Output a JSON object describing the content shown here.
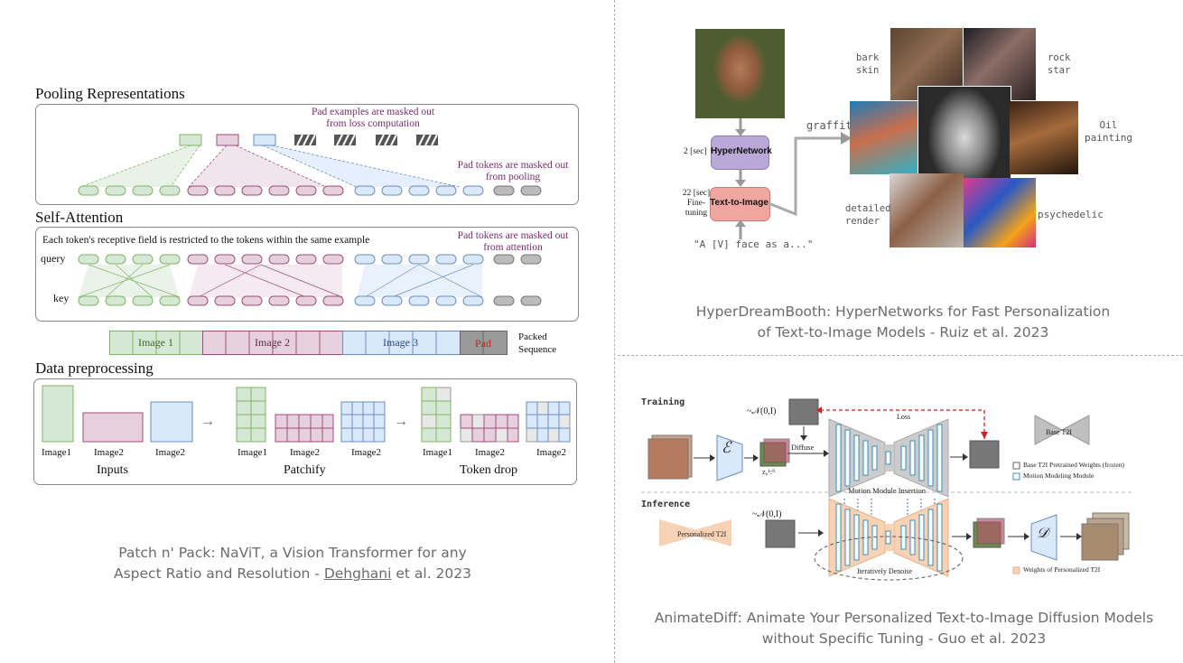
{
  "navit": {
    "pooling_title": "Pooling Representations",
    "pad_examples_note_l1": "Pad examples are masked out",
    "pad_examples_note_l2": "from loss computation",
    "pad_pool_note_l1": "Pad tokens are masked out",
    "pad_pool_note_l2": "from pooling",
    "self_attention_title": "Self-Attention",
    "receptive_note": "Each token's receptive field is restricted to the tokens within the same example",
    "pad_attn_note_l1": "Pad tokens are masked out",
    "pad_attn_note_l2": "from attention",
    "query_label": "query",
    "key_label": "key",
    "packed_segments": [
      "Image 1",
      "Image 2",
      "Image 3",
      "Pad"
    ],
    "packed_label_l1": "Packed",
    "packed_label_l2": "Sequence",
    "data_title": "Data preprocessing",
    "input_labels": [
      "Image1",
      "Image2",
      "Image2"
    ],
    "patchify_labels": [
      "Image1",
      "Image2",
      "Image2"
    ],
    "tokendrop_labels": [
      "Image1",
      "Image2",
      "Image2"
    ],
    "stage_inputs": "Inputs",
    "stage_patchify": "Patchify",
    "stage_tokendrop": "Token drop",
    "arrow_glyph": "→",
    "colors": {
      "green": "#82b366",
      "green_fill": "#d5e8d4",
      "purple": "#9c4f7a",
      "purple_fill": "#e6d0de",
      "blue": "#6c8ebf",
      "blue_fill": "#dae8fc",
      "grey": "#999999",
      "pad_red": "#cc2222"
    }
  },
  "caption_navit": {
    "line1": "Patch n' Pack: NaViT, a Vision Transformer for any",
    "line2_pre": "Aspect Ratio and Resolution - ",
    "line2_link": "Dehghani",
    "line2_post": " et al. 2023"
  },
  "hyper": {
    "hypernetwork_label": "HyperNetwork",
    "t2i_label": "Text-to-Image",
    "time_hyper": "2 [sec]",
    "time_ft_l1": "22 [sec]",
    "time_ft_l2": "Fine-",
    "time_ft_l3": "tuning",
    "prompt": "\"A [V] face as a...\"",
    "style_graffiti": "graffiti",
    "style_bark_l1": "bark",
    "style_bark_l2": "skin",
    "style_rock_l1": "rock",
    "style_rock_l2": "star",
    "style_oil_l1": "Oil",
    "style_oil_l2": "painting",
    "style_detailed_l1": "detailed",
    "style_detailed_l2": "render",
    "style_psychedelic": "psychedelic"
  },
  "caption_hyper": {
    "line1": "HyperDreamBooth: HyperNetworks for Fast Personalization",
    "line2": "of Text-to-Image Models - Ruiz et al. 2023"
  },
  "animatediff": {
    "training_label": "Training",
    "inference_label": "Inference",
    "noise_label": "~𝒩(0,I)",
    "noise_label_inf": "~𝒩(0,I)",
    "loss_label": "Loss",
    "diffuse_label": "Diffuse",
    "z_label": "z₀¹:ᴺ",
    "encoder_symbol": "ℰ",
    "decoder_symbol": "𝒟",
    "motion_insertion": "Motion Module Insertion",
    "iteratively_denoise": "Iteratively Denoise",
    "base_t2i": "Base T2I",
    "personalized_t2i": "Personalized T2I",
    "legend_frozen": "Base T2I Pretrained Weights (frozen)",
    "legend_motion": "Motion Modeling Module",
    "legend_personalized": "Weights of Personalized T2I"
  },
  "caption_animatediff": {
    "line1": "AnimateDiff: Animate Your Personalized Text-to-Image Diffusion Models",
    "line2": "without Specific Tuning - Guo et al. 2023"
  }
}
